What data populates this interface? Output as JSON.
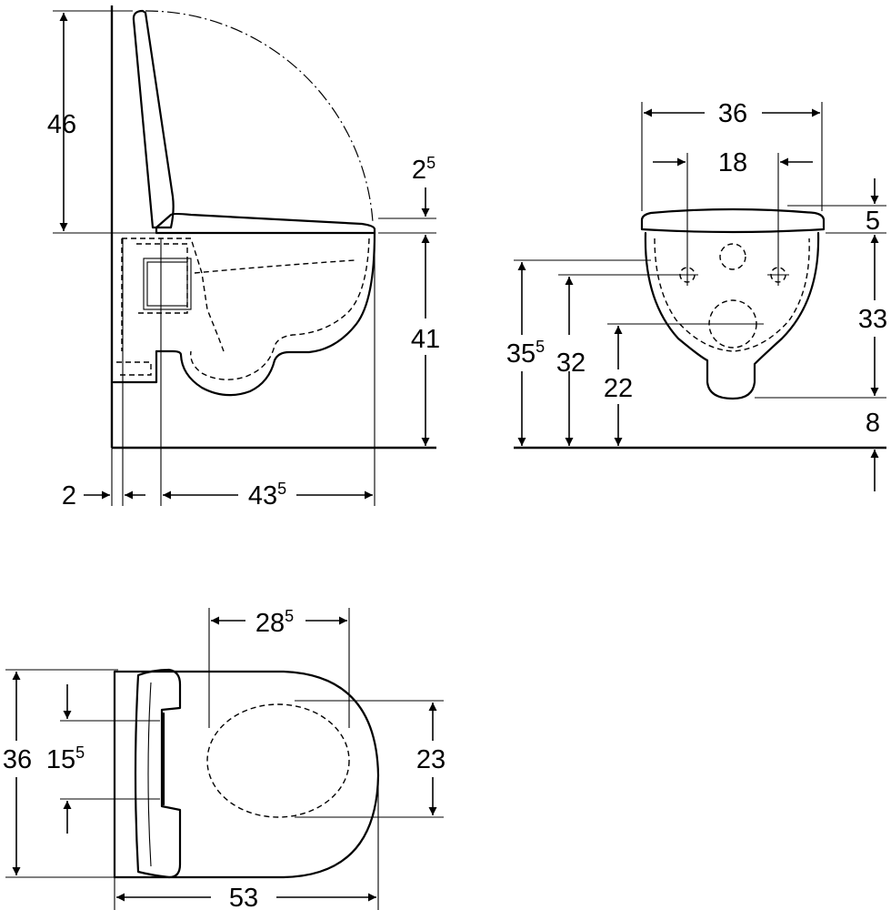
{
  "side_view": {
    "seat_height": {
      "value": "46"
    },
    "lid_offset": {
      "value": "2",
      "sup": "5"
    },
    "bowl_height": {
      "value": "41"
    },
    "wall_gap": {
      "value": "2"
    },
    "projection": {
      "value": "43",
      "sup": "5"
    }
  },
  "front_view": {
    "overall_width": {
      "value": "36"
    },
    "fixing_spacing": {
      "value": "18"
    },
    "seat_thickness": {
      "value": "5"
    },
    "bowl_depth": {
      "value": "33"
    },
    "base_clearance": {
      "value": "8"
    },
    "rim_height": {
      "value": "35",
      "sup": "5"
    },
    "fixing_height": {
      "value": "32"
    },
    "outlet_height": {
      "value": "22"
    }
  },
  "top_view": {
    "opening_length": {
      "value": "28",
      "sup": "5"
    },
    "width": {
      "value": "36"
    },
    "fixing_spacing": {
      "value": "15",
      "sup": "5"
    },
    "opening_width": {
      "value": "23"
    },
    "length": {
      "value": "53"
    }
  }
}
